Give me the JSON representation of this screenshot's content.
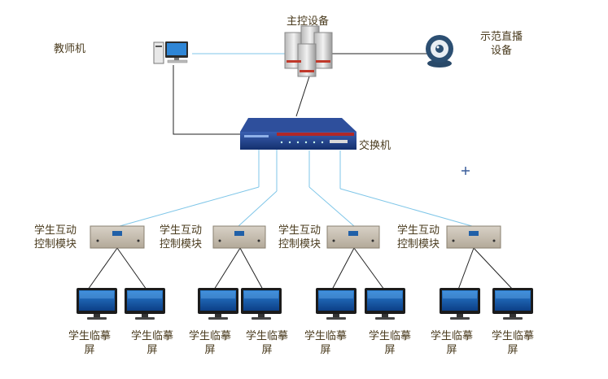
{
  "nodes": {
    "teacher": {
      "label": "教师机"
    },
    "server": {
      "label": "主控设备"
    },
    "camera": {
      "label_line1": "示范直播",
      "label_line2": "设备"
    },
    "switch": {
      "label": "交换机"
    },
    "modules": [
      {
        "line1": "学生互动",
        "line2": "控制模块"
      },
      {
        "line1": "学生互动",
        "line2": "控制模块"
      },
      {
        "line1": "学生互动",
        "line2": "控制模块"
      },
      {
        "line1": "学生互动",
        "line2": "控制模块"
      }
    ],
    "screens": [
      {
        "line1": "学生临摹",
        "line2": "屏"
      },
      {
        "line1": "学生临摹",
        "line2": "屏"
      },
      {
        "line1": "学生临摹",
        "line2": "屏"
      },
      {
        "line1": "学生临摹",
        "line2": "屏"
      },
      {
        "line1": "学生临摹",
        "line2": "屏"
      },
      {
        "line1": "学生临摹",
        "line2": "屏"
      },
      {
        "line1": "学生临摹",
        "line2": "屏"
      },
      {
        "line1": "学生临摹",
        "line2": "屏"
      }
    ]
  },
  "colors": {
    "text": "#4a3b1e",
    "link_light": "#7fc6e8",
    "link_dark": "#222222",
    "switch_body": "#1f3f8c",
    "module_panel": "#c9c0b4"
  },
  "icons": [
    "desktop-computer-icon",
    "server-icon",
    "webcam-icon",
    "network-switch-icon",
    "control-module-icon",
    "monitor-icon",
    "crosshair-icon"
  ]
}
